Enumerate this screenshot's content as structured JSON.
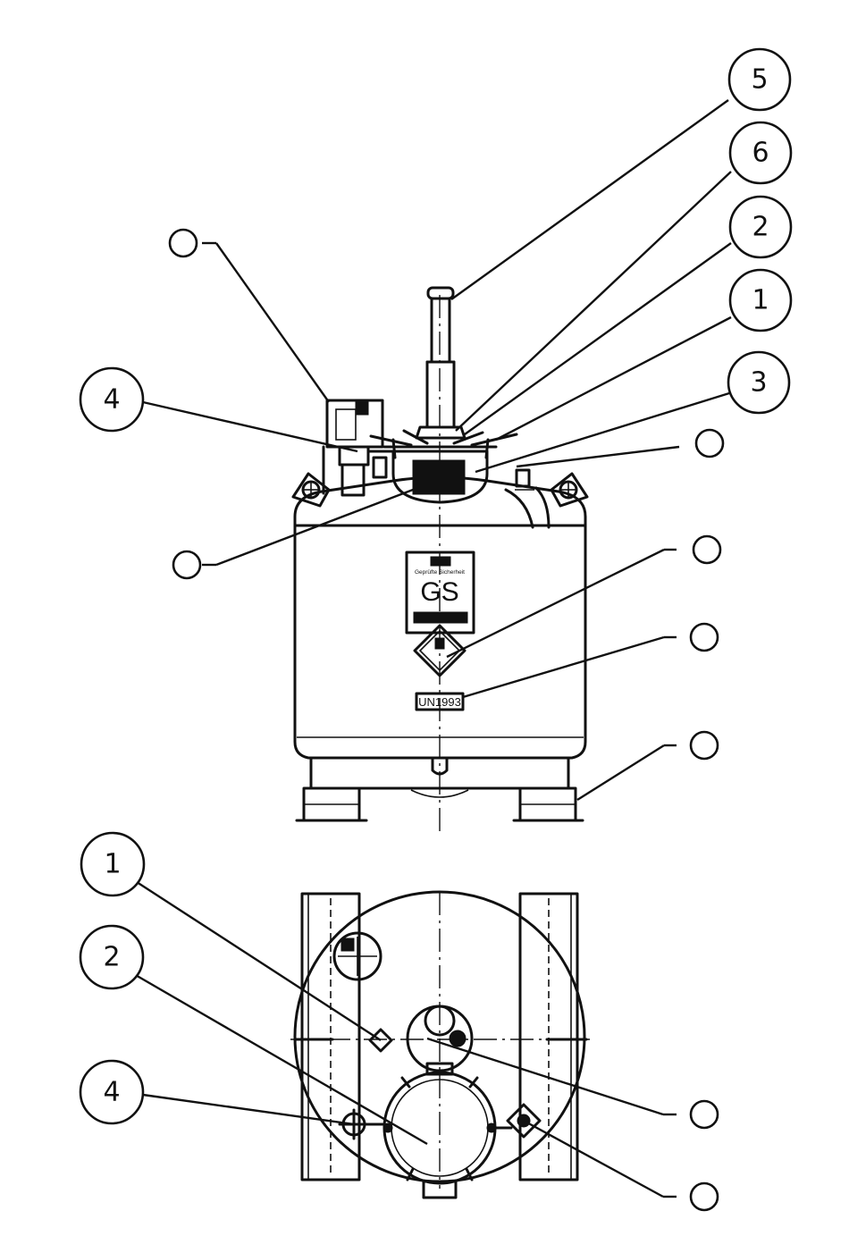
{
  "front_view": {
    "callouts": [
      {
        "id": "callout-5",
        "label": "5"
      },
      {
        "id": "callout-6",
        "label": "6"
      },
      {
        "id": "callout-2",
        "label": "2"
      },
      {
        "id": "callout-1",
        "label": "1"
      },
      {
        "id": "callout-3",
        "label": "3"
      },
      {
        "id": "callout-4",
        "label": "4"
      },
      {
        "id": "callout-blank-a",
        "label": ""
      },
      {
        "id": "callout-blank-b",
        "label": ""
      },
      {
        "id": "callout-blank-c",
        "label": ""
      },
      {
        "id": "callout-blank-d",
        "label": ""
      },
      {
        "id": "callout-blank-e",
        "label": ""
      },
      {
        "id": "callout-blank-f",
        "label": ""
      }
    ],
    "gs_plate": {
      "mark": "GS",
      "small_text": "Geprüfte Sicherheit"
    },
    "un_plate": {
      "text": "UN1993"
    }
  },
  "top_view": {
    "callouts": [
      {
        "id": "callout-top-1",
        "label": "1"
      },
      {
        "id": "callout-top-2",
        "label": "2"
      },
      {
        "id": "callout-top-4",
        "label": "4"
      },
      {
        "id": "callout-top-blank-a",
        "label": ""
      },
      {
        "id": "callout-top-blank-b",
        "label": ""
      }
    ]
  }
}
